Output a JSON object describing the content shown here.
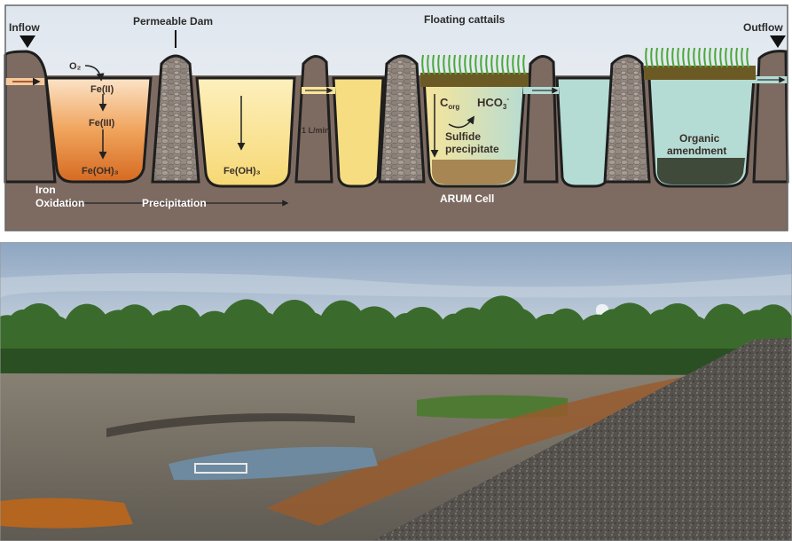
{
  "diagram": {
    "labels": {
      "inflow": "Inflow",
      "permeable_dam": "Permeable Dam",
      "floating_cattails": "Floating cattails",
      "outflow": "Outflow",
      "o2": "O₂",
      "fe2": "Fe(II)",
      "fe3": "Fe(III)",
      "feoh3_a": "Fe(OH)₃",
      "feoh3_b": "Fe(OH)₃",
      "flow_rate": "1 L/min",
      "corg_c": "C",
      "corg_sub": "org",
      "hco3": "HCO",
      "hco3_sub": "3",
      "hco3_sup": "-",
      "sulfide_1": "Sulfide",
      "sulfide_2": "precipitate",
      "organic_1": "Organic",
      "organic_2": "amendment",
      "iron_1": "Iron",
      "iron_2": "Oxidation",
      "precipitation": "Precipitation",
      "arum_cell": "ARUM Cell"
    },
    "colors": {
      "earth": "#7d6b62",
      "rock": "#9a8f86",
      "orange_water": "#e98a3b",
      "yellow_water": "#f6dc7e",
      "teal_water": "#b4dcd4",
      "sky": "#eef3f6",
      "reed": "#4aa83a",
      "mat": "#6b5a24",
      "outline": "#1e1e1e"
    }
  },
  "photo": {
    "caption": "",
    "colors": {
      "sky": "#a9bdd3",
      "trees": "#2f5a25",
      "ground": "#6f6a60",
      "gravel": "#4e4b48",
      "water": "#6e8aa0",
      "rust": "#b45a1e"
    }
  }
}
